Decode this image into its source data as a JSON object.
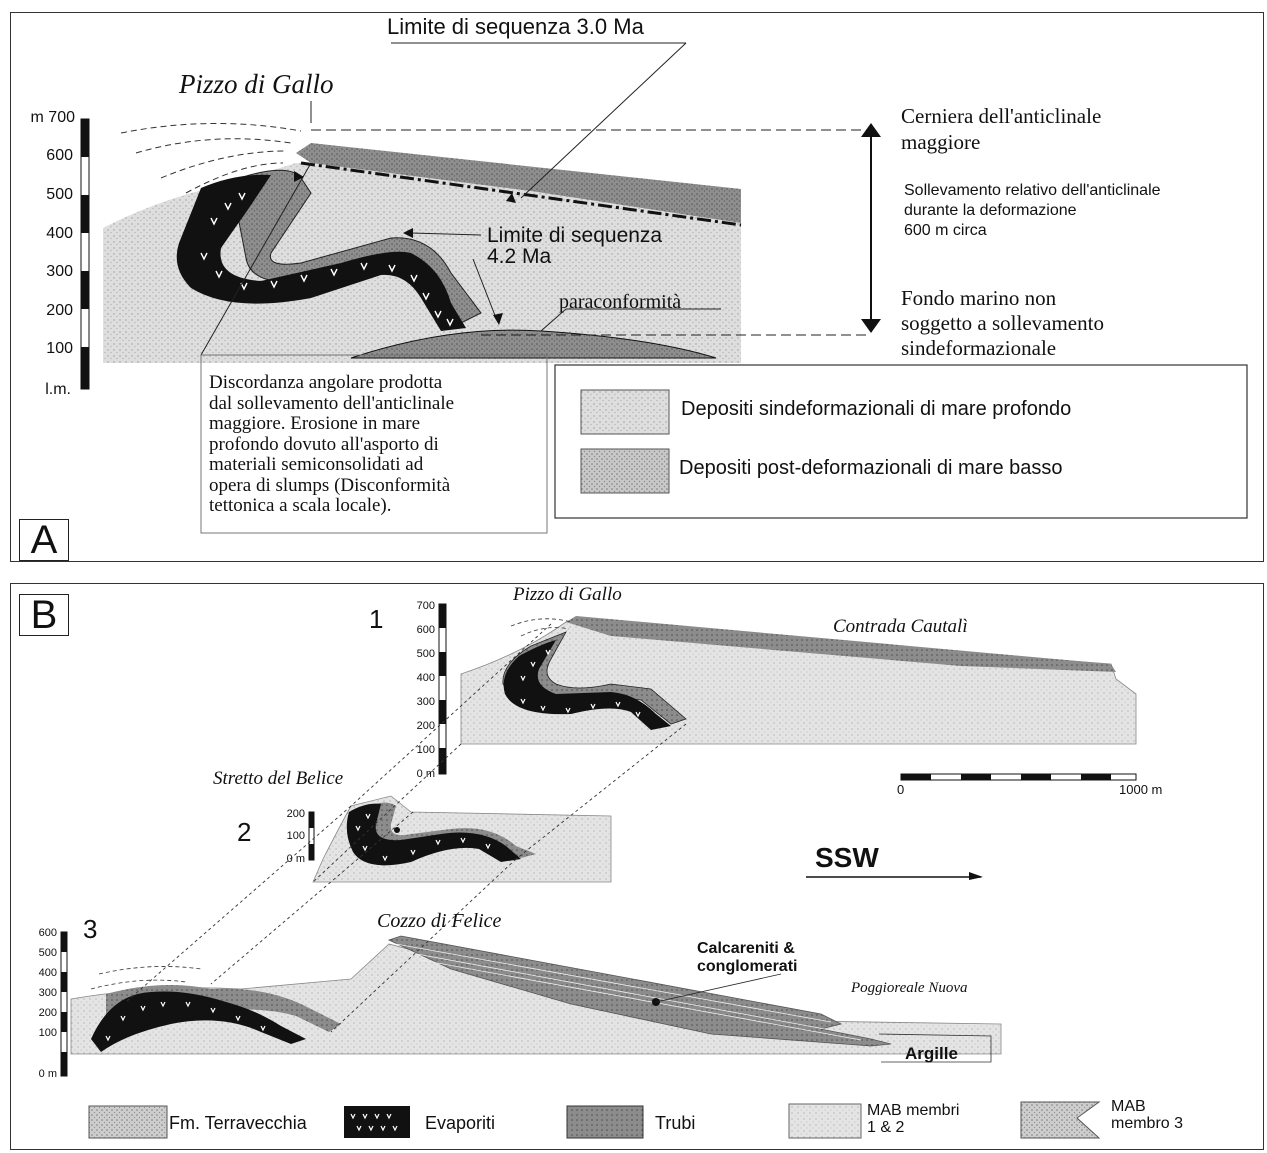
{
  "panel_a": {
    "letter": "A",
    "seq_boundary_top": "Limite di sequenza 3.0 Ma",
    "location": "Pizzo di Gallo",
    "seq_boundary_mid_line1": "Limite di sequenza",
    "seq_boundary_mid_line2": "4.2 Ma",
    "paraconformity": "paraconformità",
    "hinge_line1": "Cerniera dell'anticlinale",
    "hinge_line2": "maggiore",
    "uplift_line1": "Sollevamento relativo dell'anticlinale",
    "uplift_line2": "durante la deformazione",
    "uplift_line3": "600 m circa",
    "seafloor_line1": "Fondo marino non",
    "seafloor_line2": "soggetto a sollevamento",
    "seafloor_line3": "sindeformazionale",
    "scale_ticks": [
      "m 700",
      "600",
      "500",
      "400",
      "300",
      "200",
      "100",
      "l.m."
    ],
    "note_lines": [
      "Discordanza angolare prodotta",
      "dal sollevamento dell'anticlinale",
      "maggiore. Erosione in mare",
      "profondo dovuto all'asporto di",
      "materiali semiconsolidati ad",
      "opera di slumps (Disconformità",
      "tettonica a scala locale)."
    ],
    "legend": [
      {
        "label": "Depositi sindeformazionali di mare profondo",
        "color": "#dcdcdc"
      },
      {
        "label": "Depositi post-deformazionali di mare basso",
        "color": "#9a9a9a"
      }
    ]
  },
  "panel_b": {
    "letter": "B",
    "section1_number": "1",
    "section2_number": "2",
    "section3_number": "3",
    "loc_pizzo": "Pizzo di Gallo",
    "loc_cautali": "Contrada Cautalì",
    "loc_stretto": "Stretto del Belice",
    "loc_cozzo": "Cozzo di Felice",
    "loc_poggioreale": "Poggioreale Nuova",
    "calcareniti_line1": "Calcareniti &",
    "calcareniti_line2": "conglomerati",
    "argille": "Argille",
    "direction": "SSW",
    "scale_bar_start": "0",
    "scale_bar_end": "1000 m",
    "scale1_ticks": [
      "700",
      "600",
      "500",
      "400",
      "300",
      "200",
      "100",
      "0 m"
    ],
    "scale2_ticks": [
      "200",
      "100",
      "0 m"
    ],
    "scale3_ticks": [
      "600",
      "500",
      "400",
      "300",
      "200",
      "100",
      "0 m"
    ],
    "legend": [
      {
        "label": "Fm. Terravecchia",
        "color": "#cfcfcf"
      },
      {
        "label": "Evaporiti",
        "color": "#111111"
      },
      {
        "label": "Trubi",
        "color": "#6e6e6e"
      },
      {
        "label_line1": "MAB membri",
        "label_line2": "1 & 2",
        "color": "#e2e2e2"
      },
      {
        "label_line1": "MAB",
        "label_line2": "membro 3",
        "color": "#9a9a9a"
      }
    ]
  }
}
